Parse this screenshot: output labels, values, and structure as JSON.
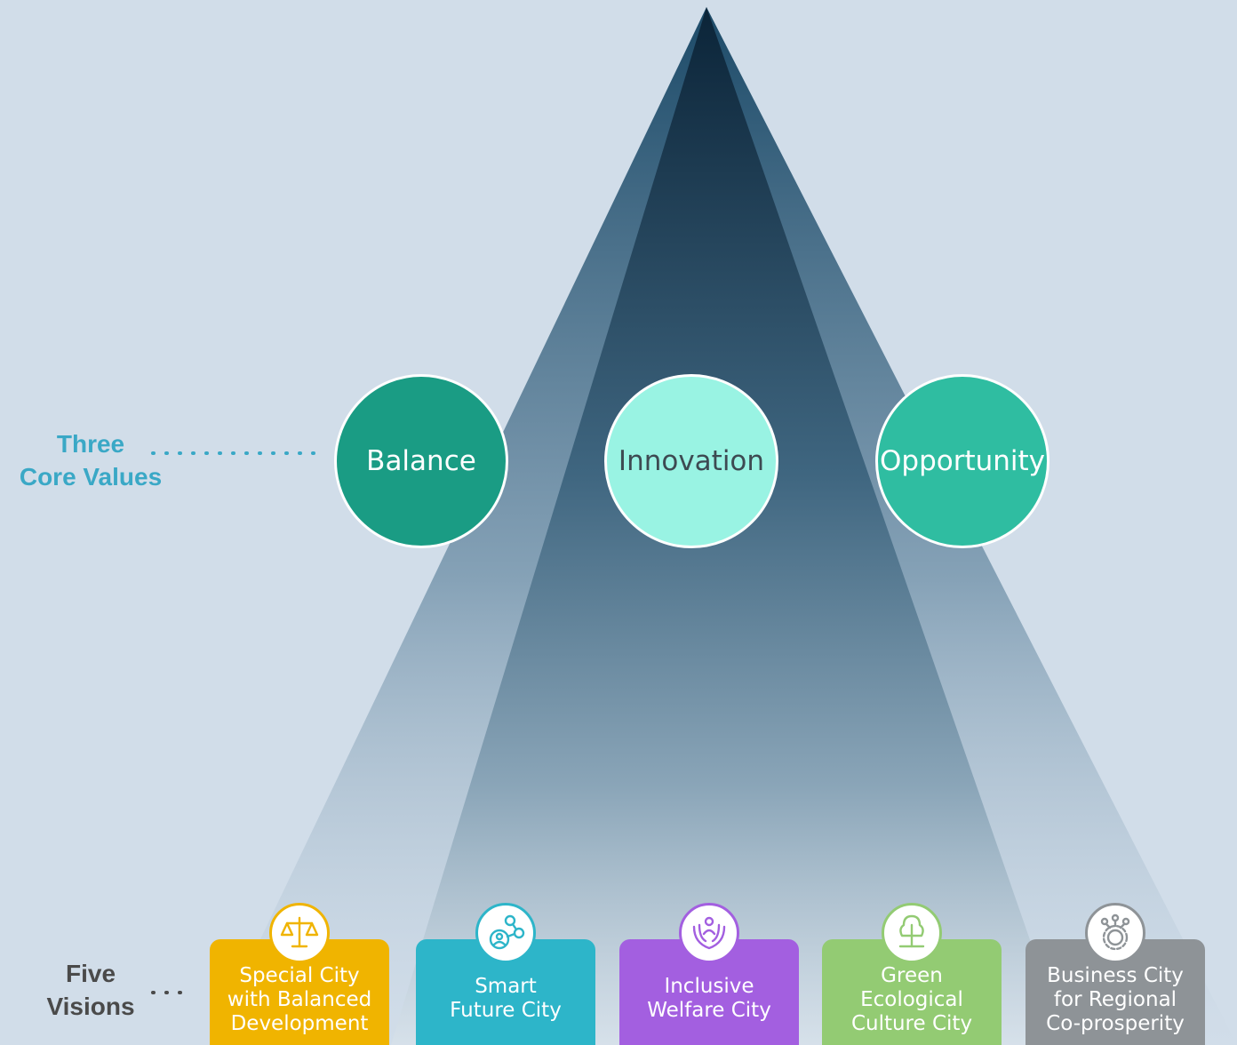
{
  "labels": {
    "core_values": [
      "Three",
      "Core Values"
    ],
    "five_visions": [
      "Five",
      "Visions"
    ]
  },
  "core_values": [
    {
      "label": "Balance",
      "color": "#1a9c84",
      "text_color": "#ffffff"
    },
    {
      "label": "Innovation",
      "color": "#99f3e3",
      "text_color": "#3d4a52"
    },
    {
      "label": "Opportunity",
      "color": "#2fbda1",
      "text_color": "#ffffff"
    }
  ],
  "visions": [
    {
      "lines": [
        "Special City",
        "with Balanced",
        "Development"
      ],
      "color": "#f0b400",
      "icon": "scales-icon"
    },
    {
      "lines": [
        "Smart",
        "Future City"
      ],
      "color": "#2db5c9",
      "icon": "network-person-icon"
    },
    {
      "lines": [
        "Inclusive",
        "Welfare City"
      ],
      "color": "#a35fe0",
      "icon": "hands-person-icon"
    },
    {
      "lines": [
        "Green",
        "Ecological",
        "Culture City"
      ],
      "color": "#93cb73",
      "icon": "tree-icon"
    },
    {
      "lines": [
        "Business City",
        "for Regional",
        "Co-prosperity"
      ],
      "color": "#8e9397",
      "icon": "gear-network-icon"
    }
  ],
  "colors": {
    "background": "#d1dde9",
    "pyramid_dark": "#0d2c45",
    "core_label": "#3aa8c6",
    "vision_label": "#4a4a4a"
  }
}
